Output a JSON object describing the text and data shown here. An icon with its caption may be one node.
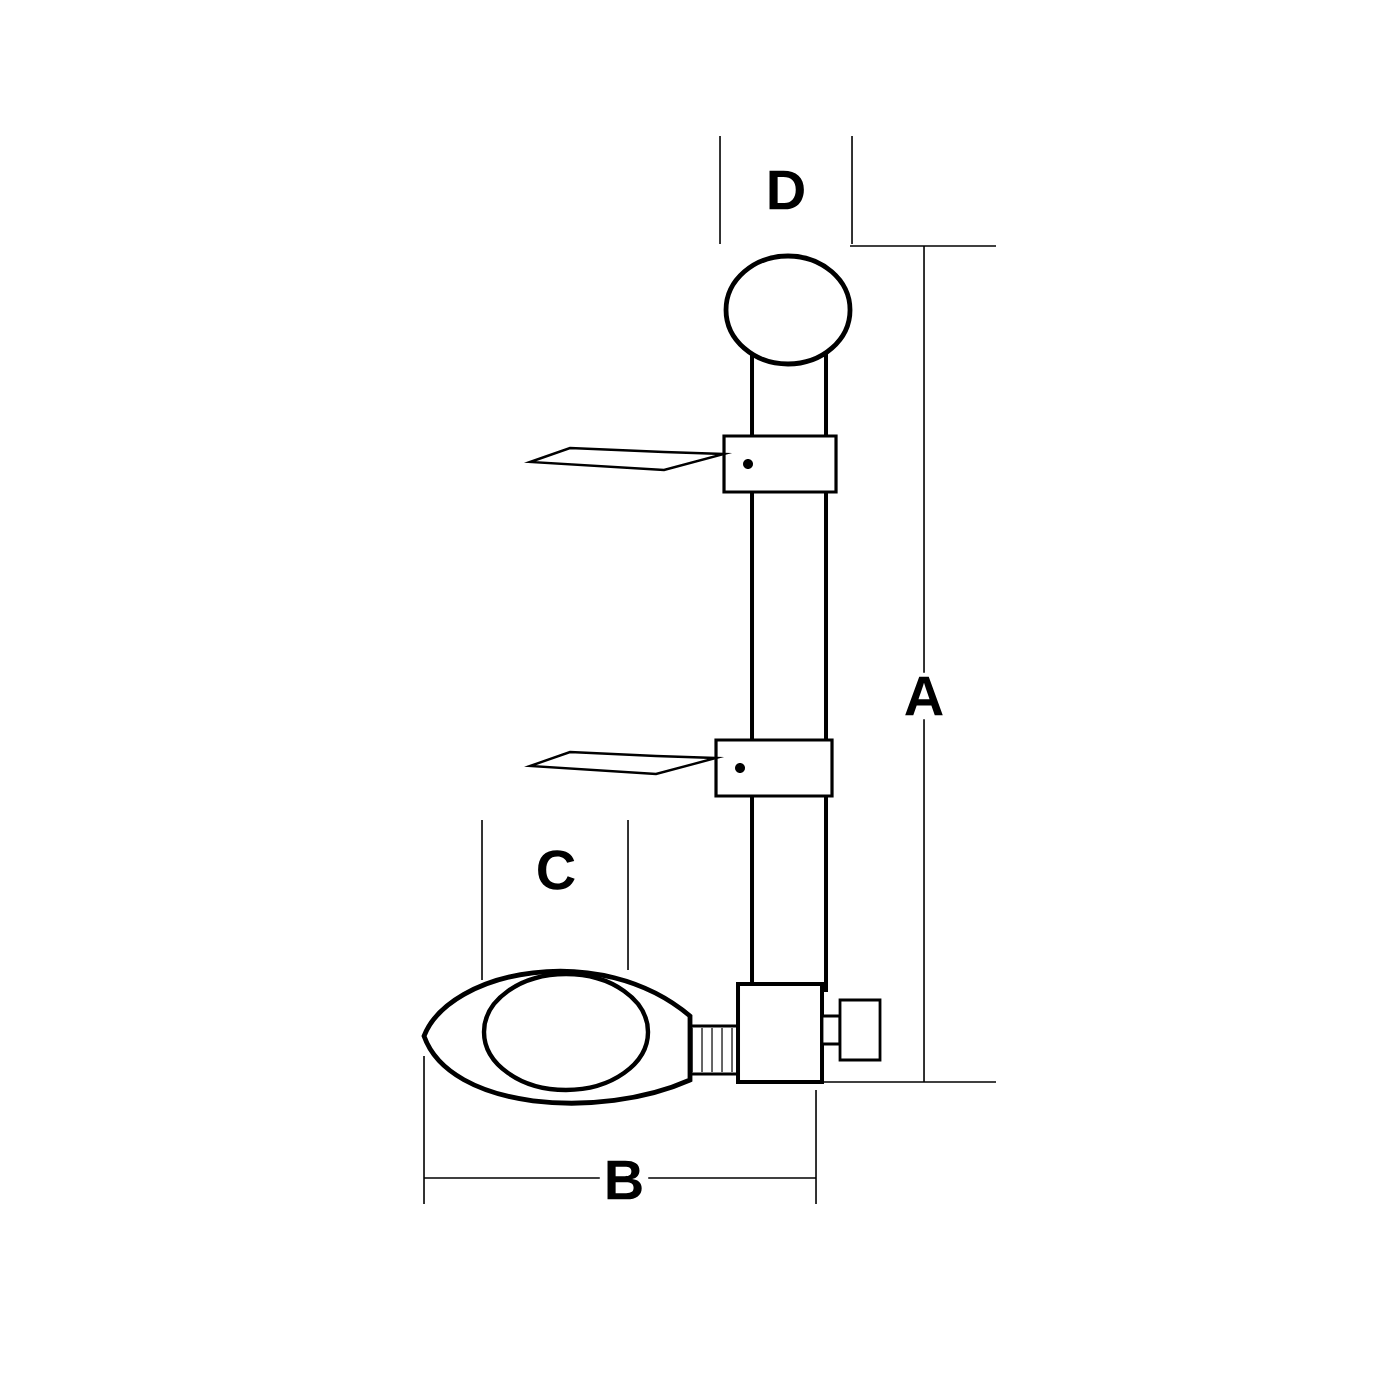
{
  "diagram": {
    "labels": [
      "D",
      "A",
      "C",
      "B"
    ]
  }
}
